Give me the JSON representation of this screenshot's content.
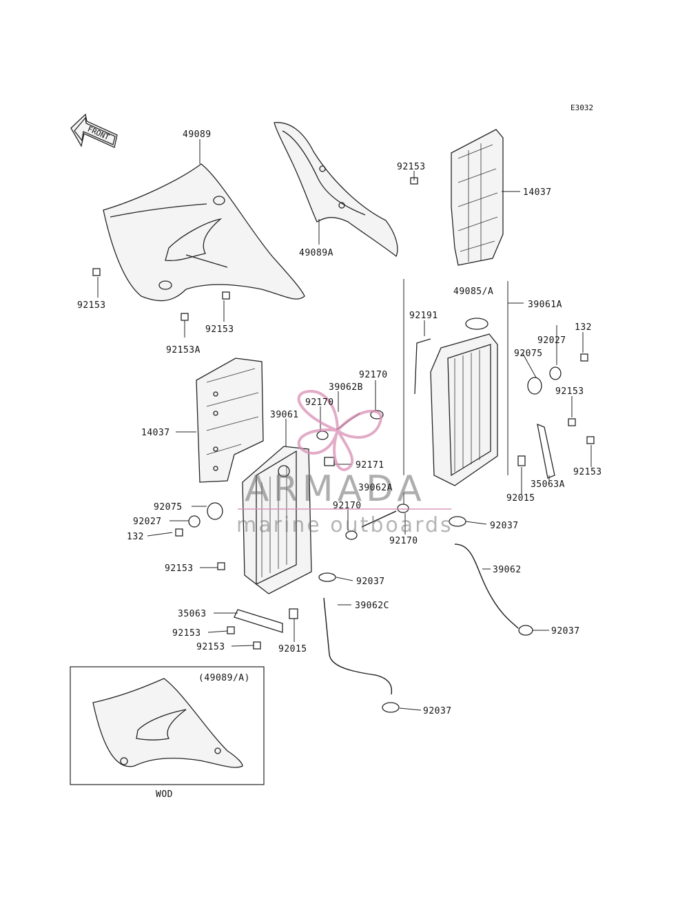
{
  "diagram": {
    "code": "E3032",
    "front_label": "FRONT",
    "inset_title": "(49089/A)",
    "inset_caption": "WOD",
    "watermark": {
      "brand": "ARMADA",
      "tagline": "marine outboards",
      "color": "#d98fb5"
    },
    "labels": {
      "p49089": "49089",
      "p49089A": "49089A",
      "p92153_top": "92153",
      "p14037_right": "14037",
      "p92153_left": "92153",
      "p92153A": "92153A",
      "p92153_mid": "92153",
      "p49085": "49085/A",
      "p39061A": "39061A",
      "p92191": "92191",
      "p132_right": "132",
      "p92027_right": "92027",
      "p92075_right": "92075",
      "p92153_r1": "92153",
      "p92153_r2": "92153",
      "p35063A": "35063A",
      "p92015_right": "92015",
      "p92170_a": "92170",
      "p39062B": "39062B",
      "p92170_b": "92170",
      "p39061": "39061",
      "p14037_left": "14037",
      "p92171": "92171",
      "p39062A": "39062A",
      "p92170_c": "92170",
      "p92170_d": "92170",
      "p92037_a": "92037",
      "p92075_left": "92075",
      "p92027_left": "92027",
      "p132_left": "132",
      "p92153_l1": "92153",
      "p92037_b": "92037",
      "p39062": "39062",
      "p39062C": "39062C",
      "p35063": "35063",
      "p92153_l2": "92153",
      "p92153_l3": "92153",
      "p92015_left": "92015",
      "p92037_c": "92037",
      "p92037_d": "92037"
    }
  }
}
